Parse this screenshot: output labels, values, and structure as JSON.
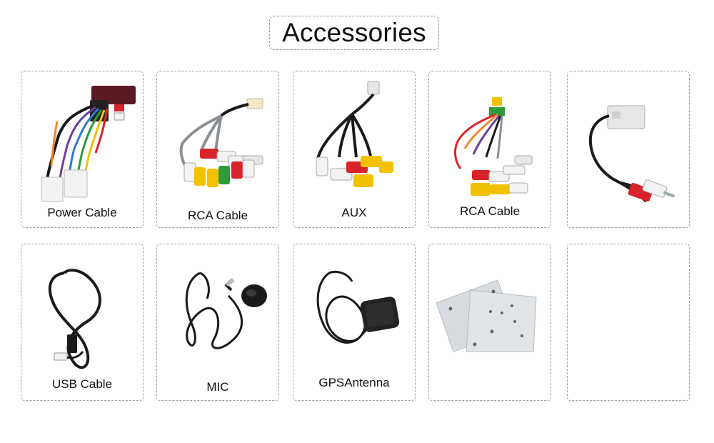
{
  "title": "Accessories",
  "items": [
    {
      "label": "Power Cable",
      "icon": "power-cable-harness-icon"
    },
    {
      "label": "RCA Cable",
      "icon": "rca-cable-icon"
    },
    {
      "label": "AUX",
      "icon": "aux-cable-icon"
    },
    {
      "label": "RCA Cable",
      "icon": "rca-cable-icon"
    },
    {
      "label": "",
      "icon": "rca-adapter-cable-icon"
    },
    {
      "label": "USB Cable",
      "icon": "usb-cable-icon"
    },
    {
      "label": "MIC",
      "icon": "microphone-icon"
    },
    {
      "label": "GPSAntenna",
      "icon": "gps-antenna-icon"
    },
    {
      "label": "",
      "icon": "mounting-bracket-icon"
    },
    {
      "label": "",
      "icon": ""
    }
  ],
  "colors": {
    "red": "#d8232a",
    "yellow": "#f2c200",
    "green": "#2f9a3c",
    "white": "#f2f2f2",
    "black": "#1a1a1a",
    "gray": "#8a8f96",
    "purple": "#6a3fa0",
    "plate": "#d8dce0",
    "border": "#9d9d9d"
  }
}
